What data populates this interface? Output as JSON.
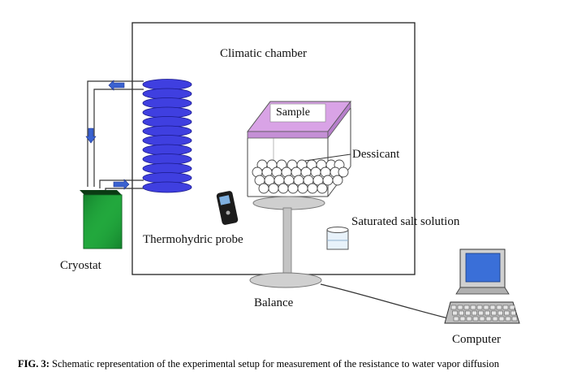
{
  "labels": {
    "climatic_chamber": "Climatic chamber",
    "sample": "Sample",
    "dessicant": "Dessicant",
    "saturated_salt_solution": "Saturated salt solution",
    "thermohydric_probe": "Thermohydric probe",
    "cryostat": "Cryostat",
    "balance": "Balance",
    "computer": "Computer"
  },
  "caption": {
    "fig_label": "FIG. 3:",
    "text": " Schematic representation of the experimental setup for measurement of the resistance to water vapor diffusion"
  },
  "colors": {
    "coil": "#3f3fe0",
    "sample_top": "#d9a3e6",
    "cryostat": "#1fa13a",
    "screen": "#3a6fd8",
    "arrow": "#3a62d0"
  }
}
